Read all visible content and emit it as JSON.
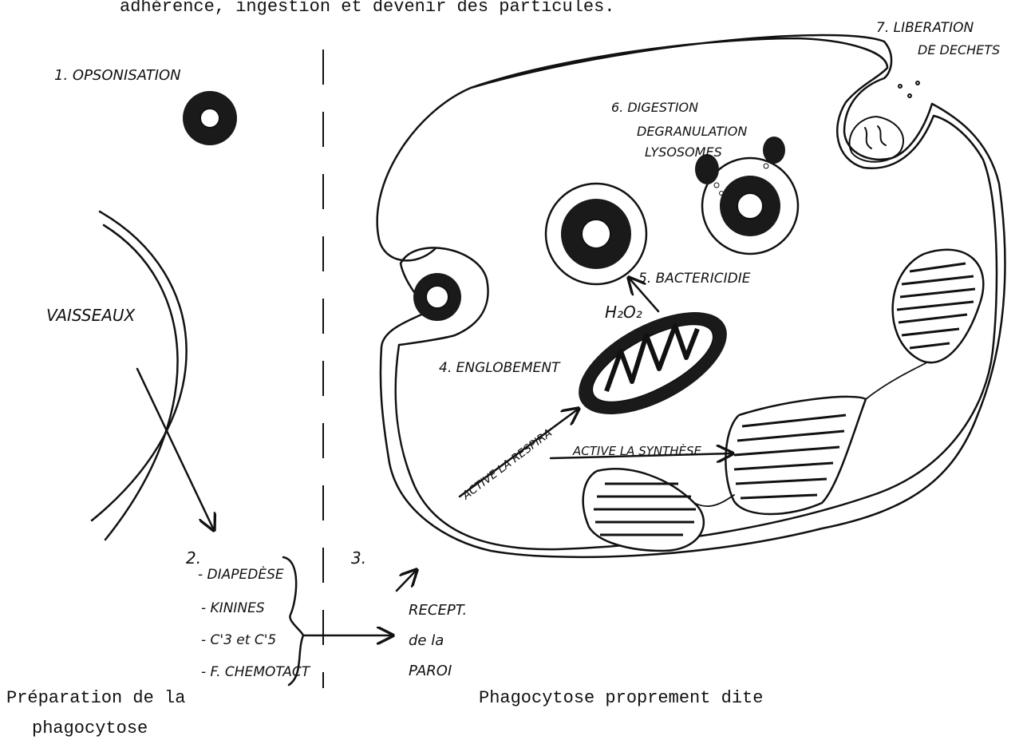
{
  "header_text": "adhérence, ingestion et devenir des particules.",
  "left_panel": {
    "step1": "1. OPSONISATION",
    "vessel_label": "VAISSEAUX",
    "step2_number": "2.",
    "step2_items": [
      "- DIAPEDÈSE",
      "- KININES",
      "- C'3 et C'5",
      "- F. CHEMOTACT"
    ],
    "caption_line1": "Préparation de la",
    "caption_line2": "phagocytose"
  },
  "right_panel": {
    "step3_number": "3.",
    "receptor_label": [
      "RECEPT.",
      "de la",
      "PAROI"
    ],
    "step4": "4. ENGLOBEMENT",
    "step5": "5. BACTERICIDIE",
    "h2o2": "H₂O₂",
    "step6": [
      "6. DIGESTION",
      "DEGRANULATION",
      "LYSOSOMES"
    ],
    "step7": [
      "7. LIBERATION",
      "DE DECHETS"
    ],
    "respiration_label": "ACTIVE LA RESPIRA",
    "synthesis_label": "ACTIVE LA SYNTHÈSE",
    "caption": "Phagocytose proprement dite"
  }
}
